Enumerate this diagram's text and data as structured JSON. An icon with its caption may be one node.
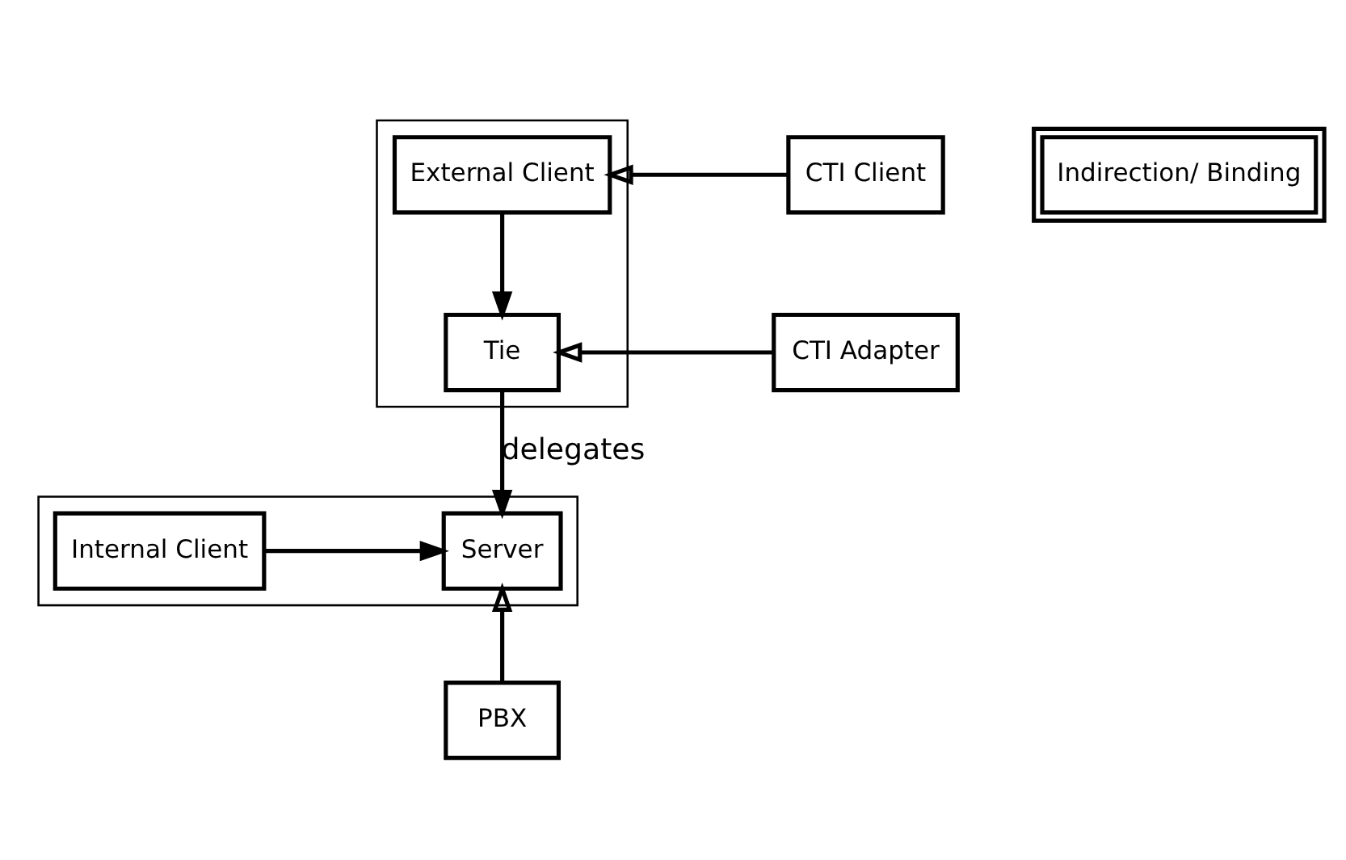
{
  "diagram": {
    "nodes": [
      {
        "text": [],
        "shape": "box"
      },
      {
        "text": [
          "External Client"
        ],
        "in": 0
      },
      {
        "text": [
          "Tie"
        ],
        "in": 0
      },
      {
        "text": [
          "CTI Client"
        ]
      },
      {
        "text": [
          "CTI Adapter"
        ]
      },
      {
        "text": [],
        "shape": "box"
      },
      {
        "text": [
          "Internal Client"
        ],
        "in": 5
      },
      {
        "text": [
          "Server"
        ],
        "in": 5
      },
      {
        "text": [
          "PBX"
        ]
      },
      {
        "text": [
          "Indirection/ Binding"
        ]
      }
    ],
    "edges": [
      {
        "from": 1,
        "to": 2,
        "arrow": "to"
      },
      {
        "from": 3,
        "to": 1,
        "arrow": "to"
      },
      {
        "from": 4,
        "to": 2,
        "arrow": "to"
      },
      {
        "from": 2,
        "to": 7,
        "arrow": "to",
        "label": "delegates"
      },
      {
        "from": 6,
        "to": 7,
        "arrow": "to"
      },
      {
        "from": 8,
        "to": 7,
        "arrow": "to"
      }
    ]
  }
}
